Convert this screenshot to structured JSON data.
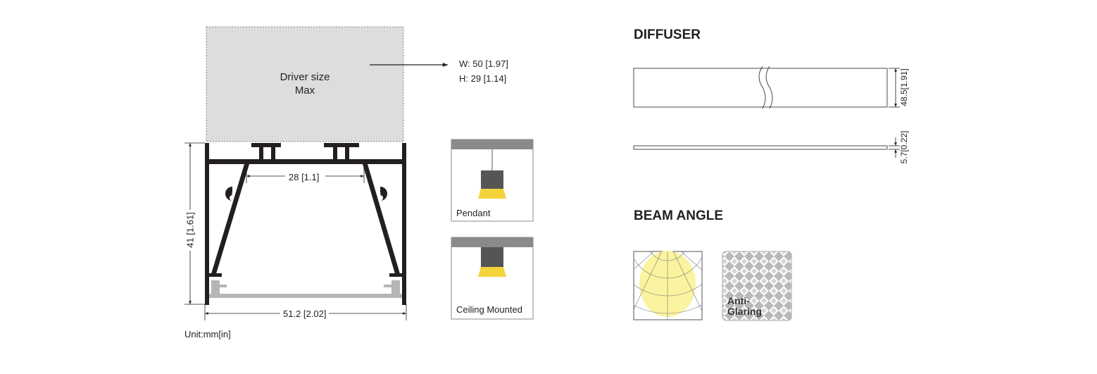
{
  "driver": {
    "label_line1": "Driver size",
    "label_line2": "Max",
    "width": "W: 50 [1.97]",
    "height": "H: 29 [1.14]"
  },
  "profile": {
    "inner_width": "28 [1.1]",
    "height": "41 [1.61]",
    "width": "51.2 [2.02]"
  },
  "unit": "Unit:mm[in]",
  "mounting": [
    {
      "label": "Pendant"
    },
    {
      "label": "Ceiling Mounted"
    }
  ],
  "diffuser": {
    "title": "DIFFUSER",
    "width_dim": "48.5[1.91]",
    "thickness_dim": "5.7[0.22]"
  },
  "beam_angle": {
    "title": "BEAM ANGLE",
    "anti_glare_line1": "Anti-",
    "anti_glare_line2": "Glaring"
  },
  "colors": {
    "driver_fill": "#dcdddc",
    "beam_yellow": "#faf3a0",
    "profile_black": "#231f20",
    "ceiling_gray": "#8a8a8a",
    "lens_gray": "#b5b5b5",
    "light_yellow": "#f5d33a"
  }
}
